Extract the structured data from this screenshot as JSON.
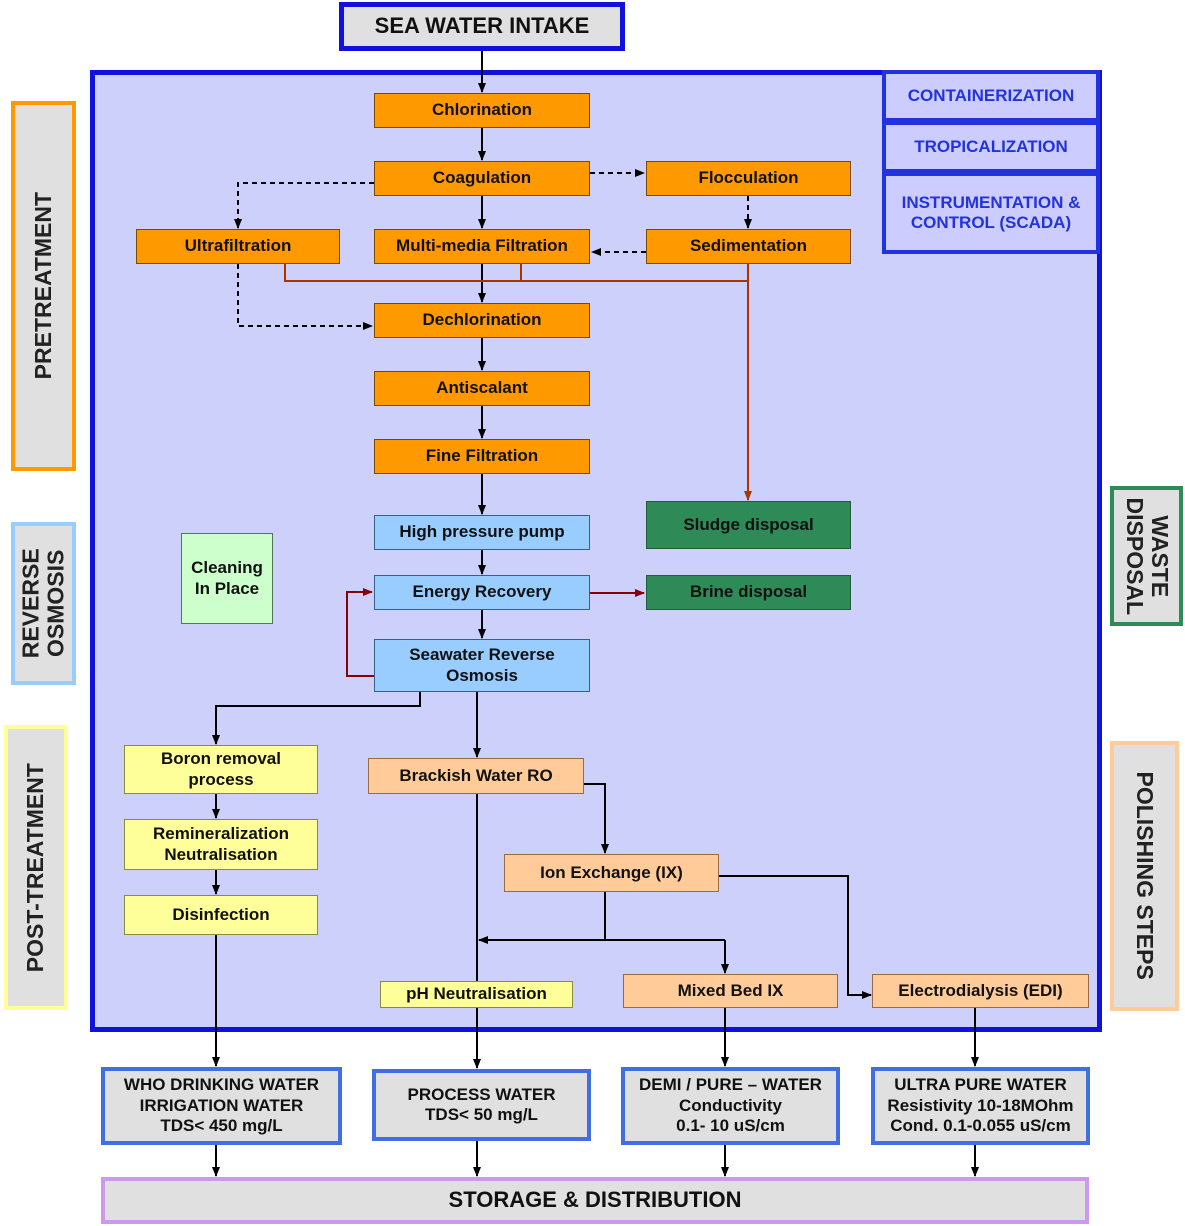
{
  "intake": "SEA WATER INTAKE",
  "storage": "STORAGE & DISTRIBUTION",
  "side_labels": {
    "pretreatment": "PRETREATMENT",
    "reverse_osmosis": [
      "REVERSE",
      "OSMOSIS"
    ],
    "post_treatment": "POST-TREATMENT",
    "waste_disposal": [
      "WASTE",
      "DISPOSAL"
    ],
    "polishing_steps": "POLISHING STEPS"
  },
  "top_right": {
    "containerization": "CONTAINERIZATION",
    "tropicalization": "TROPICALIZATION",
    "instrumentation": [
      "INSTRUMENTATION &",
      "CONTROL (SCADA)"
    ]
  },
  "pretreatment_steps": {
    "chlorination": "Chlorination",
    "coagulation": "Coagulation",
    "flocculation": "Flocculation",
    "ultrafiltration": "Ultrafiltration",
    "multimedia": "Multi-media Filtration",
    "sedimentation": "Sedimentation",
    "dechlorination": "Dechlorination",
    "antiscalant": "Antiscalant",
    "fine_filtration": "Fine Filtration"
  },
  "ro_steps": {
    "high_pressure_pump": "High pressure pump",
    "energy_recovery": "Energy Recovery",
    "swro": [
      "Seawater Reverse",
      "Osmosis"
    ],
    "cleaning": [
      "Cleaning",
      "In Place"
    ]
  },
  "waste": {
    "sludge": "Sludge disposal",
    "brine": "Brine disposal"
  },
  "post_treatment_steps": {
    "boron": [
      "Boron removal",
      "process"
    ],
    "remineralization": [
      "Remineralization",
      "Neutralisation"
    ],
    "disinfection": "Disinfection",
    "ph": "pH Neutralisation"
  },
  "polishing": {
    "bwro": "Brackish Water RO",
    "ion_exchange": "Ion Exchange (IX)",
    "mixed_bed": "Mixed Bed IX",
    "edi": "Electrodialysis (EDI)"
  },
  "outputs": {
    "drinking": [
      "WHO DRINKING WATER",
      "IRRIGATION WATER",
      "TDS< 450 mg/L"
    ],
    "process": [
      "PROCESS WATER",
      "TDS< 50 mg/L"
    ],
    "demi": [
      "DEMI / PURE – WATER",
      "Conductivity",
      "0.1- 10 uS/cm"
    ],
    "ultra": [
      "ULTRA PURE WATER",
      "Resistivity 10-18MOhm",
      "Cond. 0.1-0.055 uS/cm"
    ]
  },
  "colors": {
    "frame_border": "#1111dd",
    "frame_fill": "#ccd0fa",
    "pretreatment": "#ff9900",
    "reverse_osmosis": "#99ccff",
    "waste": "#2e8b57",
    "polishing": "#ffcc99",
    "post_treatment": "#ffff99",
    "sludge_line": "#aa3300",
    "brine_line": "#880000"
  }
}
